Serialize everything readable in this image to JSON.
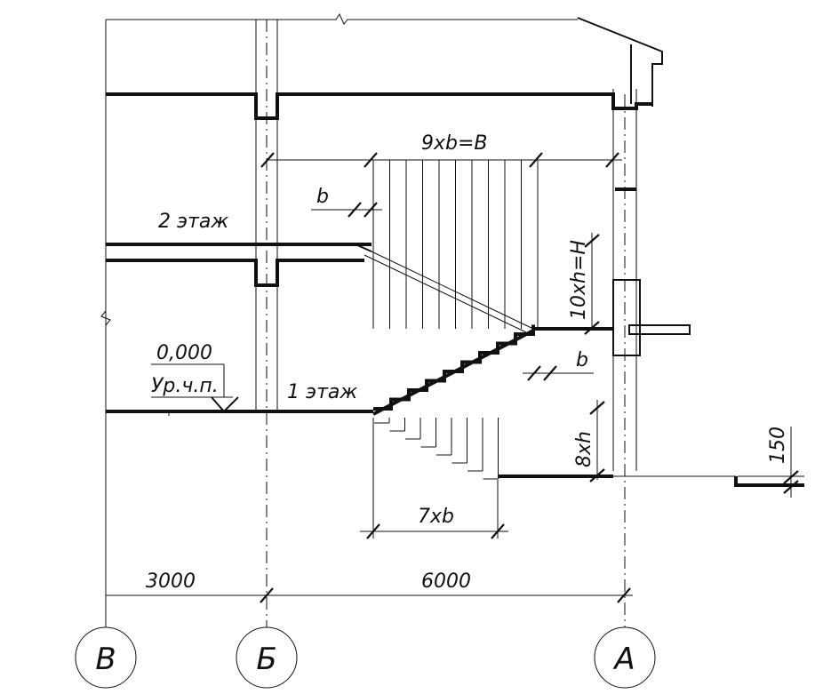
{
  "labels": {
    "floor2": "2 этаж",
    "floor1": "1 этаж",
    "level_value": "0,000",
    "level_name": "Ур.ч.п.",
    "top_width": "9xb=B",
    "step_b_top": "b",
    "step_b_mid": "b",
    "rise_upper": "10xh=H",
    "rise_lower": "8xh",
    "bottom_run": "7xb",
    "dim_left": "3000",
    "dim_right": "6000",
    "ground_step": "150"
  },
  "axes": [
    "В",
    "Б",
    "А"
  ]
}
